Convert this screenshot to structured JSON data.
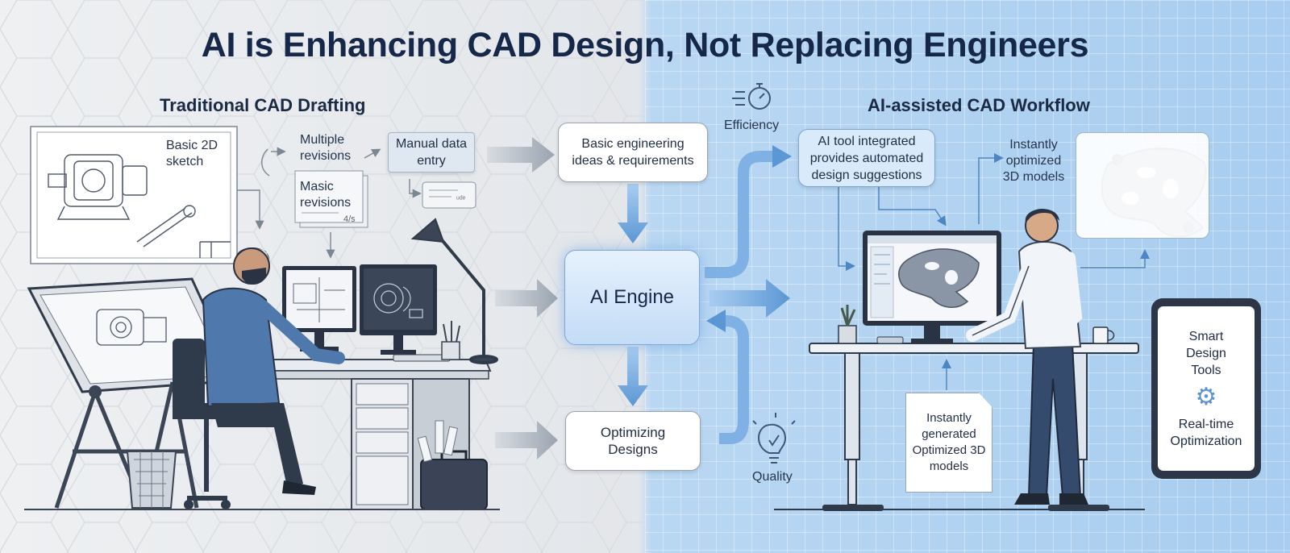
{
  "title": "AI is Enhancing CAD Design, Not Replacing Engineers",
  "traditional": {
    "heading": "Traditional CAD Drafting",
    "sketch_label": "Basic 2D sketch",
    "multiple_revisions": "Multiple revisions",
    "masic_revisions": "Masic revisions",
    "masic_count": "4/s",
    "manual_entry": "Manual data entry",
    "tag": "ᵘᵈᵉ"
  },
  "center": {
    "ideas": "Basic engineering ideas & requirements",
    "engine": "AI Engine",
    "optimizing": "Optimizing Designs",
    "efficiency": "Efficiency",
    "quality": "Quality"
  },
  "ai_assisted": {
    "heading": "AI-assisted CAD Workflow",
    "integrated": "AI tool integrated provides automated design suggestions",
    "instant_models": "Instantly optimized 3D models",
    "generated": "Instantly generated Optimized 3D models",
    "tablet_title": "Smart Design Tools",
    "tablet_sub": "Real-time Optimization"
  },
  "colors": {
    "left_bg": "#e6e9ec",
    "right_bg": "#b3d3f1",
    "title": "#16284a",
    "arrow_gray": "#9aa4b0",
    "arrow_blue": "#5b97d4",
    "accent": "#5d93cf"
  },
  "icons": [
    "stopwatch-icon",
    "lightbulb-icon",
    "gear-icon",
    "refresh-icon",
    "document-icon"
  ]
}
